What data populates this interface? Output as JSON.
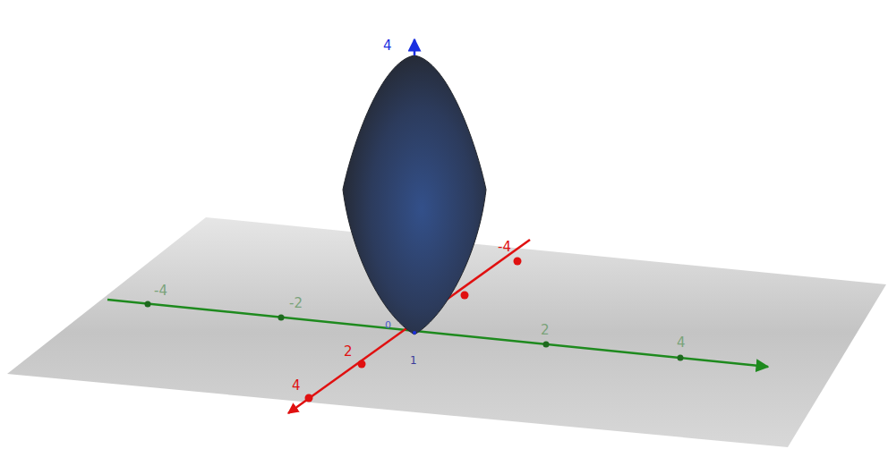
{
  "diagram": {
    "labels": [
      "4",
      "-4",
      "-2",
      "2",
      "4",
      "-4",
      "2",
      "4",
      "0",
      "1"
    ]
  }
}
